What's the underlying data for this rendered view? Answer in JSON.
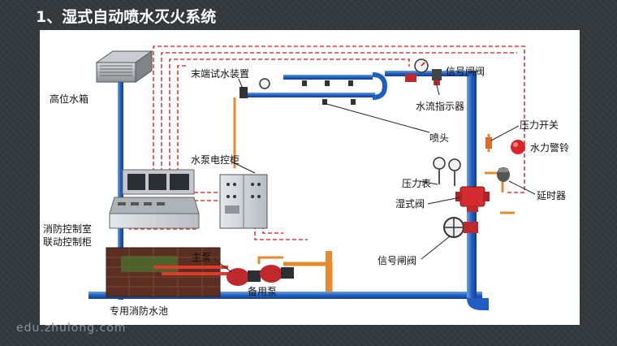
{
  "slide": {
    "title": "1、湿式自动喷水灭火系统"
  },
  "diagram": {
    "labels": {
      "high_tank": "高位水箱",
      "end_test": "末端试水装置",
      "signal_valve_top": "信号闸阀",
      "flow_indicator": "水流指示器",
      "sprinkler": "喷头",
      "pressure_switch": "压力开关",
      "water_alarm_bell": "水力警铃",
      "pump_control_cabinet": "水泵电控柜",
      "pressure_gauge": "压力表",
      "delay_device": "延时器",
      "wet_valve": "湿式阀",
      "fire_control_room_1": "消防控制室",
      "fire_control_room_2": "联动控制柜",
      "signal_valve_bottom": "信号闸阀",
      "main_pump": "主泵",
      "standby_pump": "备用泵",
      "fire_pool": "专用消防水池"
    }
  },
  "watermark": "edu.zhulong.com"
}
